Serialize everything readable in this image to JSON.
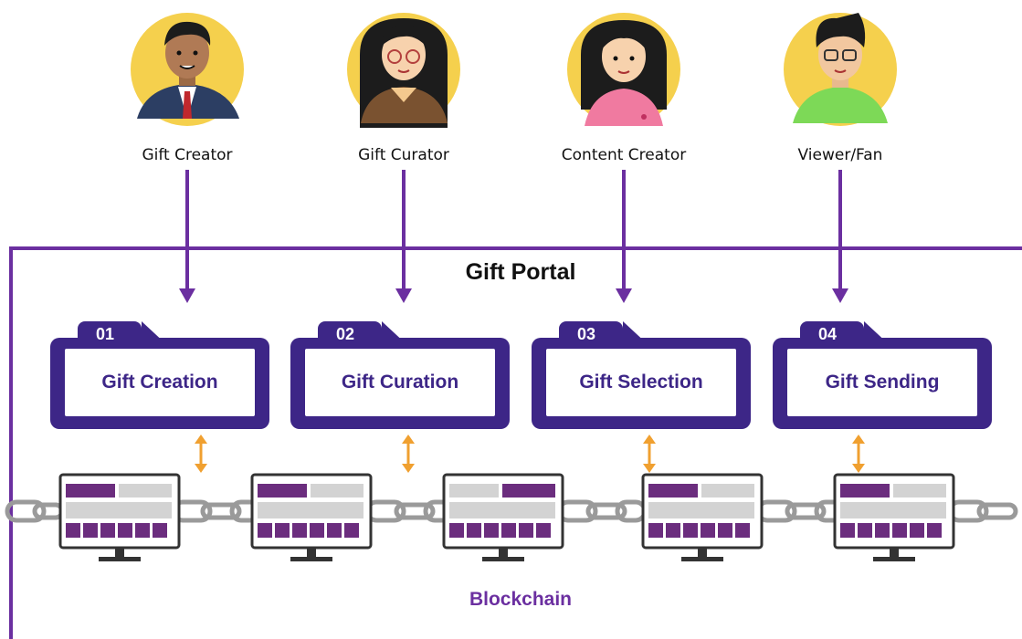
{
  "roles": [
    {
      "label": "Gift Creator"
    },
    {
      "label": "Gift Curator"
    },
    {
      "label": "Content Creator"
    },
    {
      "label": "Viewer/Fan"
    }
  ],
  "portal": {
    "title": "Gift Portal"
  },
  "steps": [
    {
      "number": "01",
      "label": "Gift Creation"
    },
    {
      "number": "02",
      "label": "Gift Curation"
    },
    {
      "number": "03",
      "label": "Gift Selection"
    },
    {
      "number": "04",
      "label": "Gift Sending"
    }
  ],
  "blockchain": {
    "label": "Blockchain"
  },
  "colors": {
    "accent": "#6b2fa0",
    "folder": "#3d2687",
    "arrow": "#f0a030",
    "avatar_bg": "#f5d04d"
  }
}
